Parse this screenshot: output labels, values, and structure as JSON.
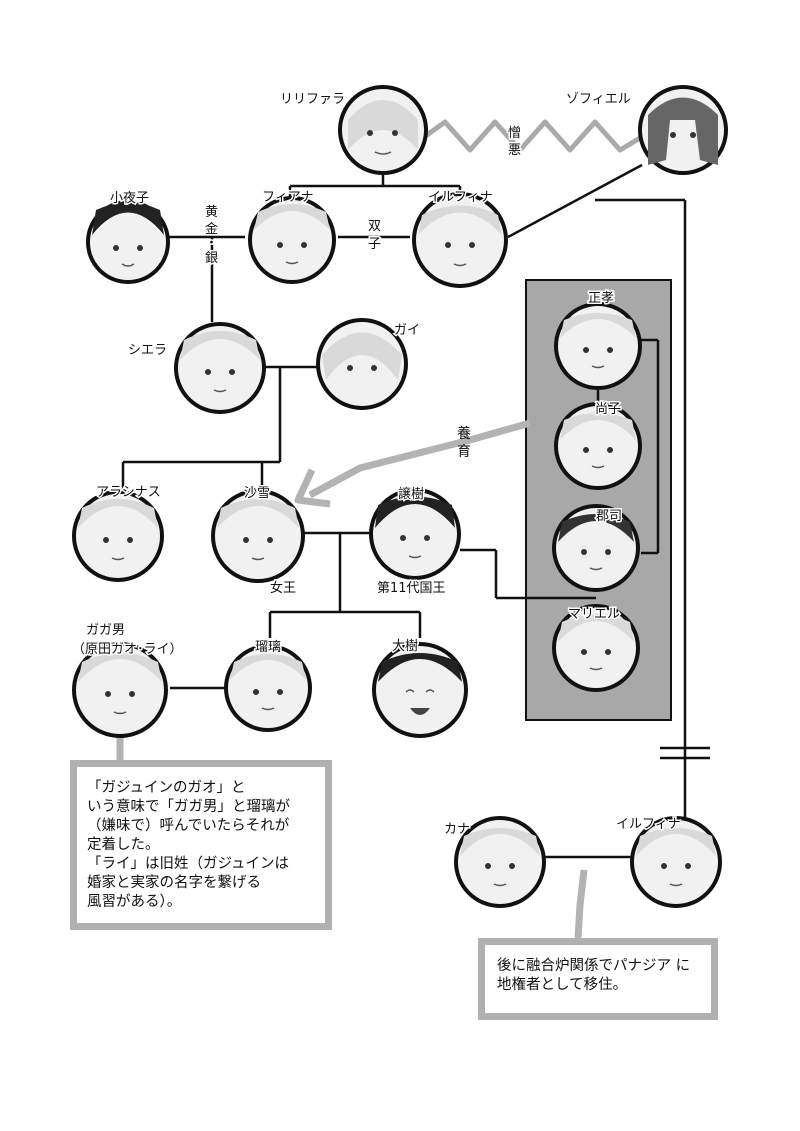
{
  "people": {
    "ririfara": "リリファラ",
    "zofiel": "ゾフィエル",
    "sayoko": "小夜子",
    "fiana": "フィアナ",
    "irufina_twin": "イルフィナ",
    "shiera": "シエラ",
    "gai": "ガイ",
    "arashinasu": "アラシナス",
    "sayuki": "沙雪",
    "sayuki_title": "女王",
    "joju": "譲樹",
    "joju_title": "第11代国王",
    "gagao": "ガガ男",
    "gagao_fullname": "（原田ガオ･ライ）",
    "ruri": "瑠璃",
    "daiki": "大樹",
    "masataka": "正孝",
    "naoko": "尚子",
    "gunji": "郡司",
    "mariel": "マリエル",
    "kana": "カナ",
    "irufina": "イルフィナ"
  },
  "relations": {
    "hatred_top": "憎",
    "hatred_bottom": "悪",
    "twins_top": "双",
    "twins_bottom": "子",
    "gold_silver_1": "黄",
    "gold_silver_2": "金",
    "gold_silver_3": "・",
    "gold_silver_4": "銀",
    "fostered_top": "養",
    "fostered_bottom": "育"
  },
  "notes": {
    "gagao_note": [
      "「ガジュインのガオ」と",
      "いう意味で「ガガ男」と瑠璃が",
      "（嫌味で）呼んでいたらそれが",
      "定着した。",
      "「ライ」は旧姓（ガジュインは",
      "婚家と実家の名字を繋げる",
      "風習がある）。"
    ],
    "kana_note": [
      "後に融合炉関係でパナジア に",
      "地権者として移住。"
    ]
  },
  "colors": {
    "panel": "#a8a8a8",
    "accent_gray": "#b3b3b3",
    "line": "#111111"
  }
}
